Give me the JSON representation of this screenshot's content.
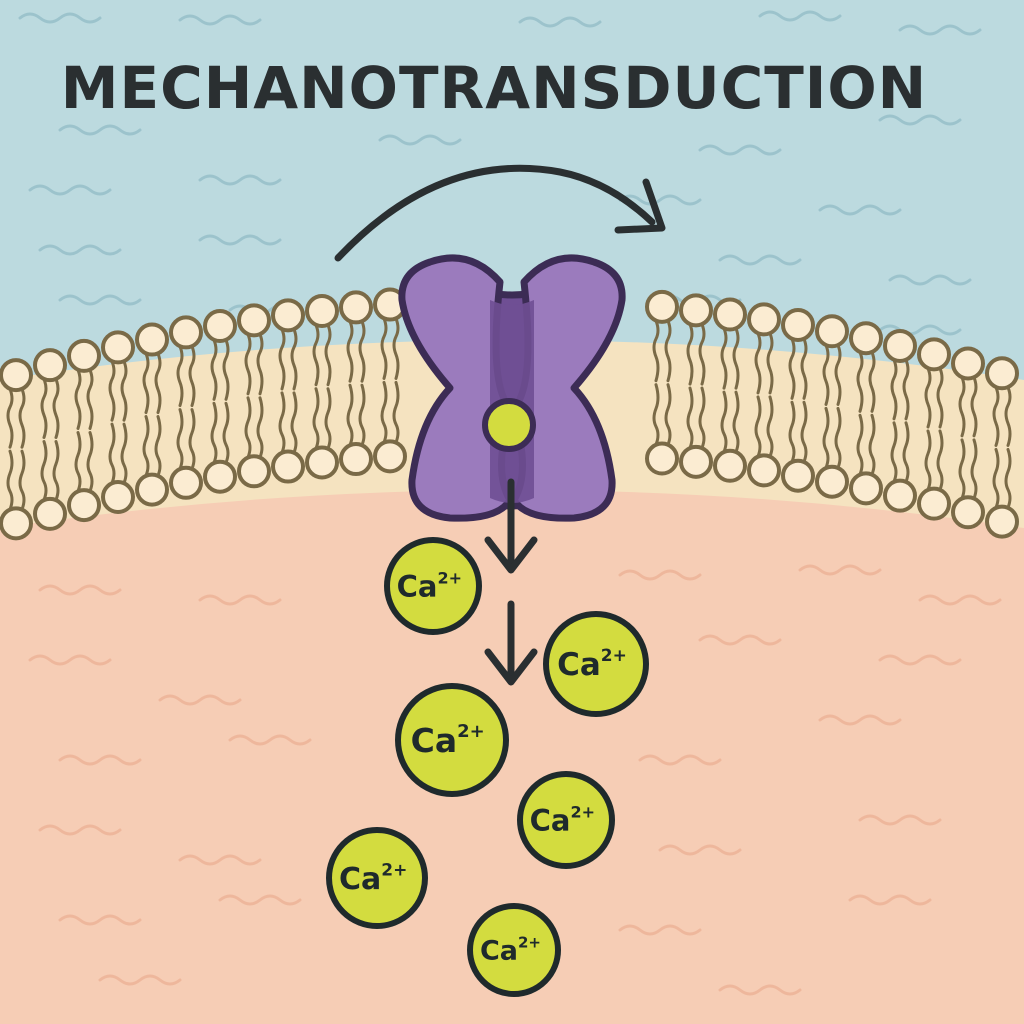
{
  "title": "MECHANOTRANSDUCTION",
  "ion": {
    "symbol": "Ca",
    "charge": "2+"
  },
  "ion_count": 6,
  "colors": {
    "extracellular": "#bcdadf",
    "intracellular": "#f6cdb5",
    "membrane_core": "#f5e3c0",
    "phospholipid_head": "#fbecd2",
    "lipid_outline": "#7a6a47",
    "channel": "#9b7bbd",
    "channel_pore": "#6f4f94",
    "channel_outline": "#3c2c55",
    "ion_fill": "#d3dc3f",
    "arrow": "#2a2f31"
  },
  "icons": {
    "force_arrow": "curved-arrow-icon",
    "flow_arrow": "down-arrow-icon"
  }
}
